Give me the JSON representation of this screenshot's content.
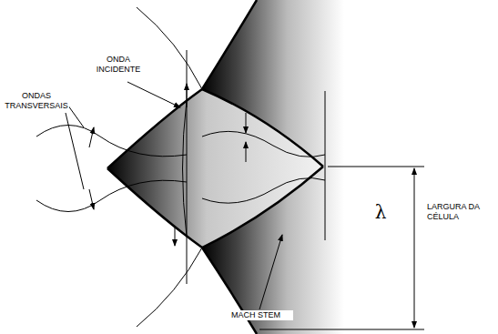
{
  "diagram": {
    "labels": [
      "ONDA INCIDENTE",
      "ONDAS TRANSVERSAIS",
      "MACH STEM",
      "λ",
      "LARGURA DA CÉLULA"
    ]
  }
}
